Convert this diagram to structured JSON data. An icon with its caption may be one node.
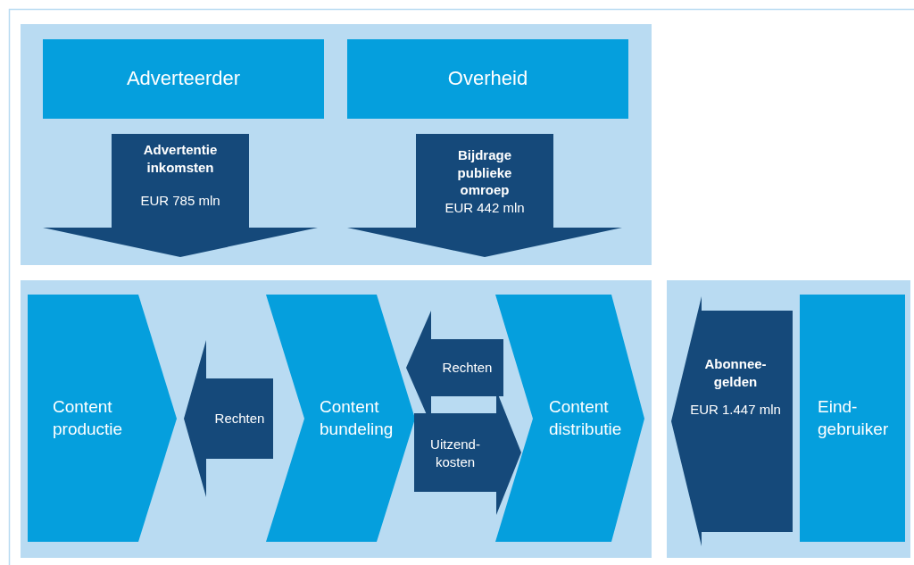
{
  "diagram": {
    "nodes": [
      {
        "text": [],
        "shape": "box"
      },
      {
        "text": [
          "Adverteerder"
        ],
        "in": 0
      },
      {
        "text": [
          "Overheid"
        ],
        "in": 0
      },
      {
        "text": [
          "Advertentie inkomsten",
          "EUR 785 mln"
        ],
        "in": 0
      },
      {
        "text": [
          "Bijdrage publieke omroep",
          "EUR 442 mln"
        ],
        "in": 0
      },
      {
        "text": [],
        "shape": "box"
      },
      {
        "text": [
          "Content productie"
        ],
        "in": 5
      },
      {
        "text": [
          "Rechten"
        ],
        "in": 5
      },
      {
        "text": [
          "Content bundeling"
        ],
        "in": 5
      },
      {
        "text": [
          "Rechten"
        ],
        "in": 5
      },
      {
        "text": [
          "Uitzend- kosten"
        ],
        "in": 5
      },
      {
        "text": [
          "Content distributie"
        ],
        "in": 5
      },
      {
        "text": [],
        "shape": "box"
      },
      {
        "text": [
          "Abonnee- gelden",
          "EUR 1.447 mln"
        ],
        "in": 12
      },
      {
        "text": [
          "Eind- gebruiker"
        ],
        "in": 12
      }
    ],
    "edges": [
      {
        "from": 1,
        "to": 5,
        "arrow": "to"
      },
      {
        "from": 2,
        "to": 5,
        "arrow": "to"
      },
      {
        "from": 8,
        "to": 6,
        "arrow": "to"
      },
      {
        "from": 11,
        "to": 8,
        "arrow": "to"
      },
      {
        "from": 8,
        "to": 11,
        "arrow": "to"
      },
      {
        "from": 14,
        "to": 11,
        "arrow": "to"
      }
    ]
  }
}
